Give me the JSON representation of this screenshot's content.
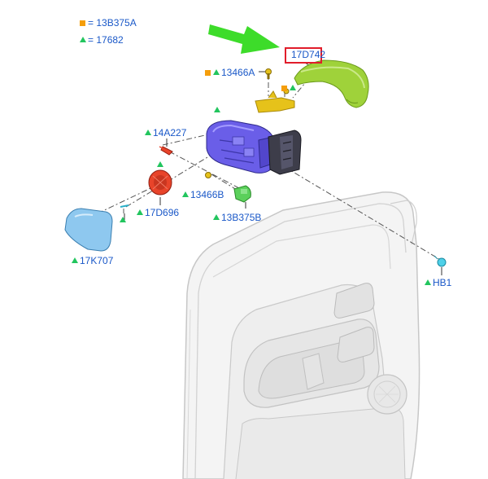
{
  "legend": {
    "square_text": "= 13B375A",
    "triangle_text": "= 17682"
  },
  "labels": {
    "p17d742": "17D742",
    "p13466a": "13466A",
    "p14a227": "14A227",
    "p13466b": "13466B",
    "p17d696": "17D696",
    "p13b375b": "13B375B",
    "p17k707": "17K707",
    "phb1": "HB1"
  },
  "colors": {
    "label_text": "#1a58c8",
    "triangle_marker": "#22c55e",
    "square_marker": "#f59e0b",
    "highlight_box": "#e11d2b",
    "pointer_arrow": "#3ddc2a",
    "mirror_cap": "#9fd23a",
    "mirror_housing": "#6a5ee8",
    "glass": "#8ec8ef",
    "actuator": "#e8442a",
    "bracket": "#e6c21a",
    "grommet": "#5bd05b",
    "door_panel": "#eeeeee"
  },
  "icons": [
    "green-pointer-arrow-icon",
    "triangle-marker-icon",
    "square-marker-icon"
  ]
}
